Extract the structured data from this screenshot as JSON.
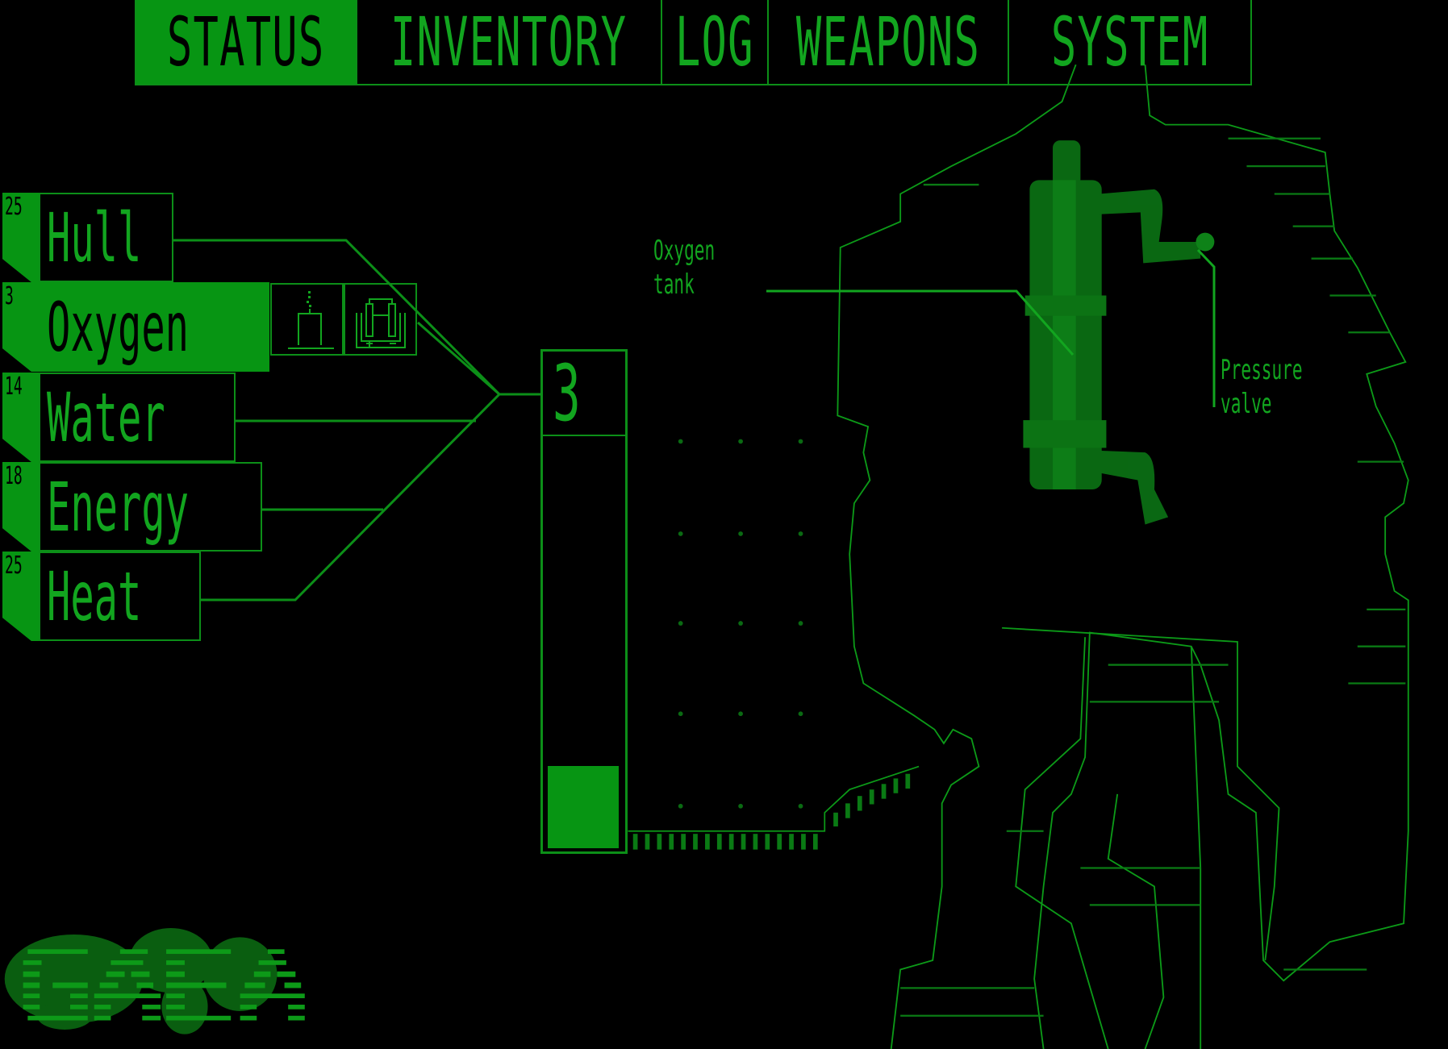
{
  "tabs": [
    {
      "label": "STATUS",
      "active": true
    },
    {
      "label": "INVENTORY",
      "active": false
    },
    {
      "label": "LOG",
      "active": false
    },
    {
      "label": "WEAPONS",
      "active": false
    },
    {
      "label": "SYSTEM",
      "active": false
    }
  ],
  "resources": [
    {
      "name": "Hull",
      "value": "25",
      "active": false
    },
    {
      "name": "Oxygen",
      "value": "3",
      "active": true
    },
    {
      "name": "Water",
      "value": "14",
      "active": false
    },
    {
      "name": "Energy",
      "value": "18",
      "active": false
    },
    {
      "name": "Heat",
      "value": "25",
      "active": false
    }
  ],
  "oxygen_tools": [
    {
      "icon": "flask-bubbles-icon"
    },
    {
      "icon": "electrolysis-icon"
    }
  ],
  "gauge": {
    "value": "3",
    "fill_fraction": 0.2
  },
  "callouts": {
    "oxygen_tank": {
      "line1": "Oxygen",
      "line2": "tank"
    },
    "pressure_valve": {
      "line1": "Pressure",
      "line2": "valve"
    }
  },
  "colors": {
    "accent": "#079513",
    "line": "#12a51f",
    "background": "#000000"
  }
}
